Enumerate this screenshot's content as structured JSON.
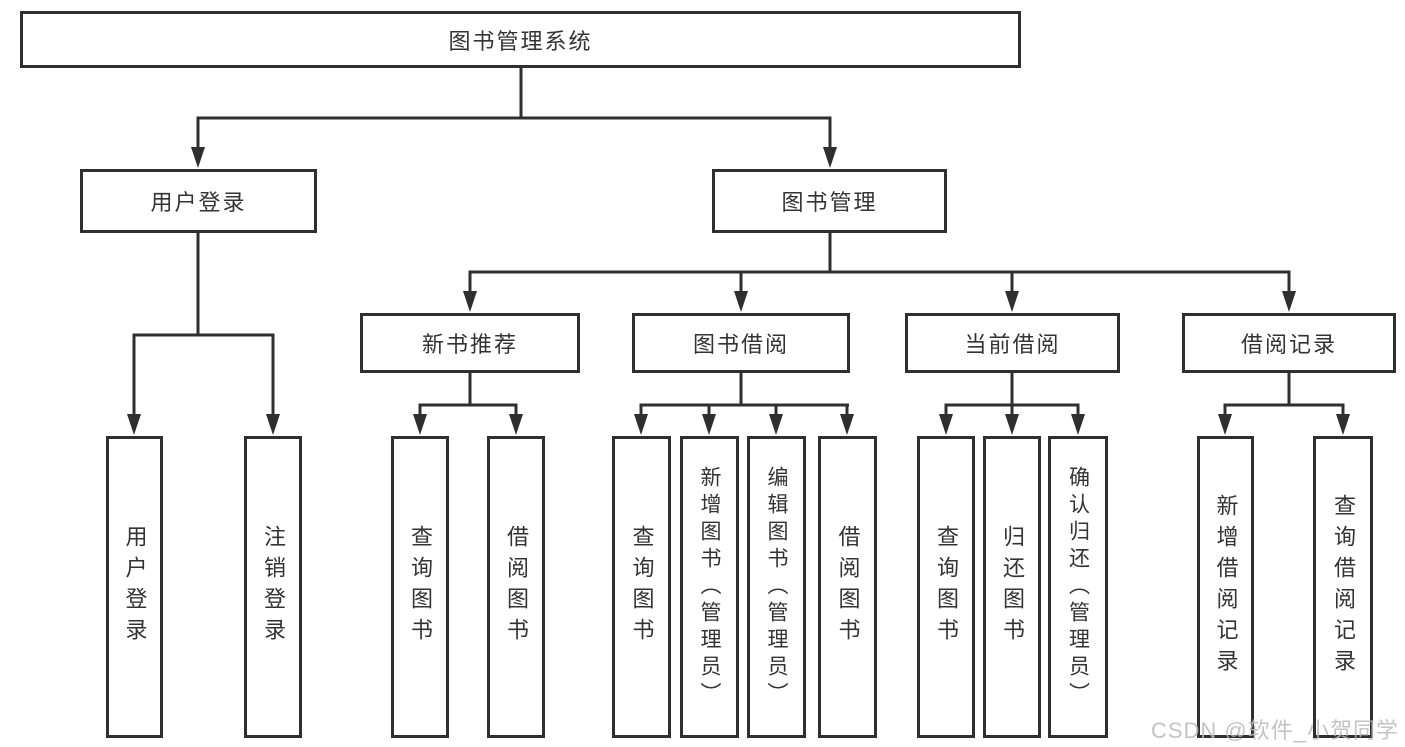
{
  "diagram_title": "图书管理系统",
  "nodes": {
    "root": "图书管理系统",
    "user_login_branch": "用户登录",
    "book_mgmt_branch": "图书管理",
    "new_book": "新书推荐",
    "book_borrow": "图书借阅",
    "current_borrow": "当前借阅",
    "borrow_record": "借阅记录",
    "leaf_user_login": "用户登录",
    "leaf_logout": "注销登录",
    "leaf_nb_query": "查询图书",
    "leaf_nb_borrow": "借阅图书",
    "leaf_bb_query": "查询图书",
    "leaf_bb_add": "新增图书（管理员）",
    "leaf_bb_edit": "编辑图书（管理员）",
    "leaf_bb_borrow": "借阅图书",
    "leaf_cb_query": "查询图书",
    "leaf_cb_return": "归还图书",
    "leaf_cb_confirm": "确认归还（管理员）",
    "leaf_br_add": "新增借阅记录",
    "leaf_br_query": "查询借阅记录"
  },
  "hierarchy": {
    "图书管理系统": {
      "用户登录": [
        "用户登录",
        "注销登录"
      ],
      "图书管理": {
        "新书推荐": [
          "查询图书",
          "借阅图书"
        ],
        "图书借阅": [
          "查询图书",
          "新增图书（管理员）",
          "编辑图书（管理员）",
          "借阅图书"
        ],
        "当前借阅": [
          "查询图书",
          "归还图书",
          "确认归还（管理员）"
        ],
        "借阅记录": [
          "新增借阅记录",
          "查询借阅记录"
        ]
      }
    }
  },
  "watermark": "CSDN @软件_小贺同学",
  "colors": {
    "line": "#2f2f2f",
    "text": "#333333",
    "box_background": "#ffffff",
    "page_background": "#ffffff",
    "watermark": "#b9b9b9"
  }
}
